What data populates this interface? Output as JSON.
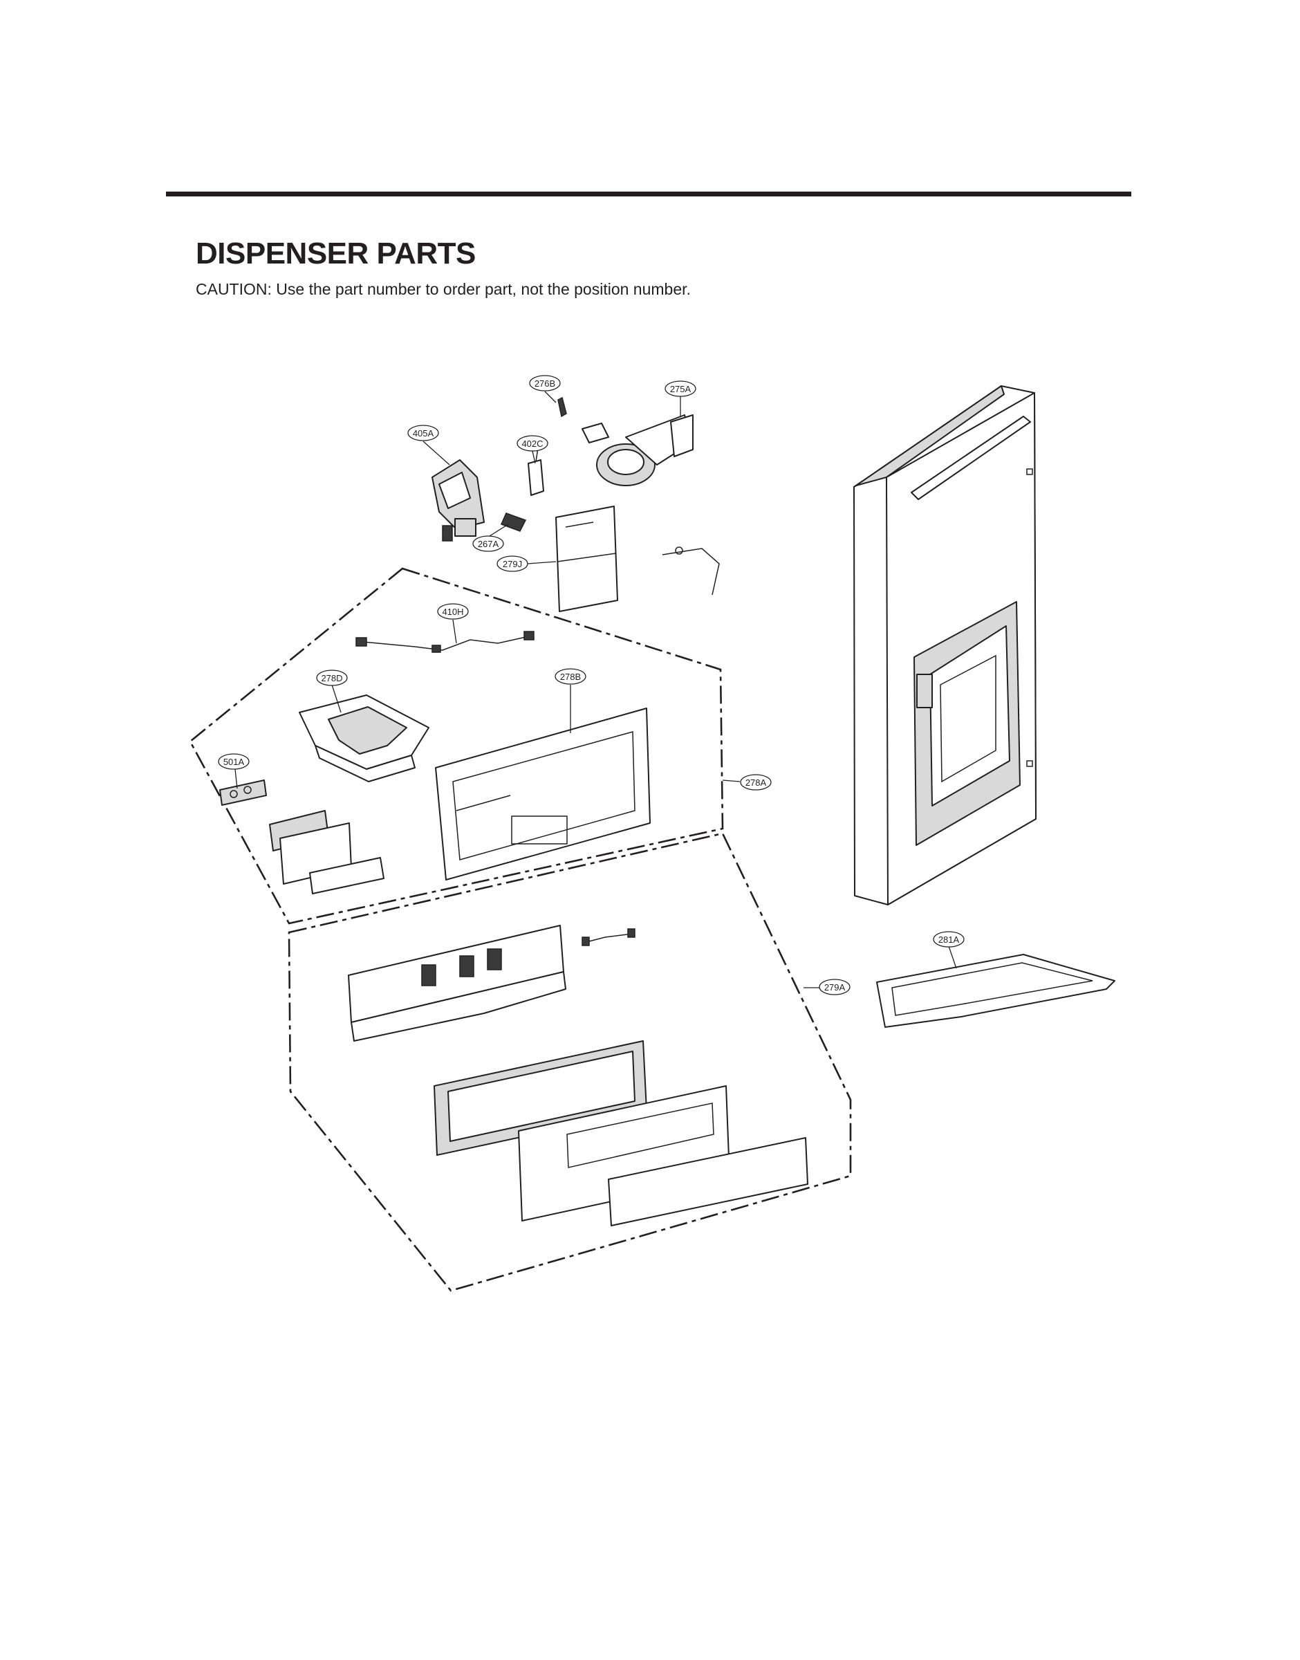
{
  "header": {
    "title": "DISPENSER PARTS",
    "caution": "CAUTION: Use the part number to order part, not the position number."
  },
  "callouts": [
    {
      "id": "276B",
      "label": "276B"
    },
    {
      "id": "275A",
      "label": "275A"
    },
    {
      "id": "405A",
      "label": "405A"
    },
    {
      "id": "402C",
      "label": "402C"
    },
    {
      "id": "267A",
      "label": "267A"
    },
    {
      "id": "279J",
      "label": "279J"
    },
    {
      "id": "410H",
      "label": "410H"
    },
    {
      "id": "278D",
      "label": "278D"
    },
    {
      "id": "278B",
      "label": "278B"
    },
    {
      "id": "501A",
      "label": "501A"
    },
    {
      "id": "278A",
      "label": "278A"
    },
    {
      "id": "281A",
      "label": "281A"
    },
    {
      "id": "279A",
      "label": "279A"
    }
  ]
}
